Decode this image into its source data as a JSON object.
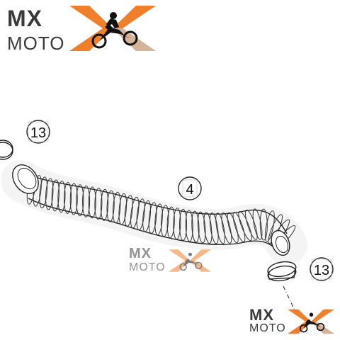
{
  "logo": {
    "line1": "MX",
    "line2": "MOTO",
    "accent_color": "#ef7f2a",
    "text_color": "#3a3a3a"
  },
  "callouts": {
    "clamp_left": "13",
    "hose": "4",
    "clamp_right": "13"
  },
  "icons": [
    "rider-x-logo-icon",
    "hose-clamp-icon",
    "corrugated-hose-icon"
  ]
}
